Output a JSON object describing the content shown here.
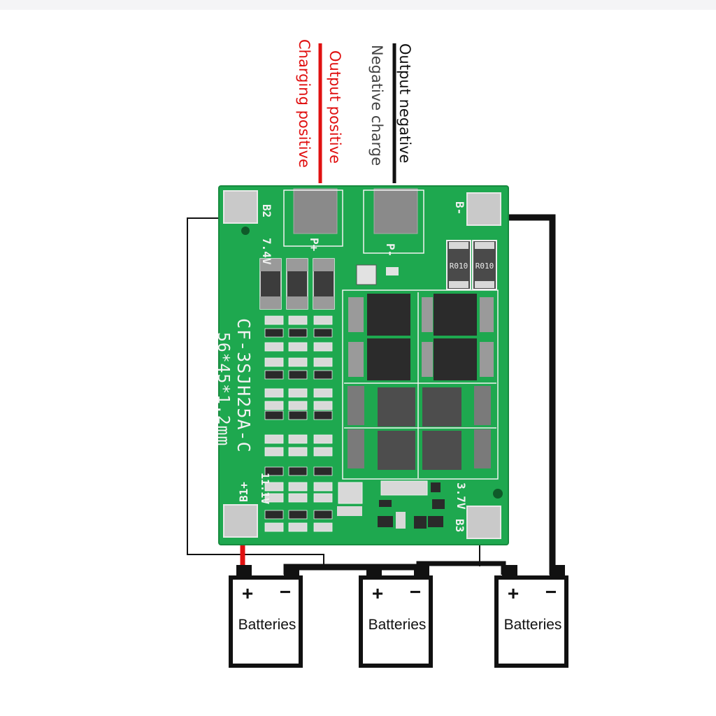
{
  "wire_labels": {
    "red_1": "Output positive",
    "red_2": "Charging positive",
    "black_1": "Output negative",
    "black_2": "Negative charge"
  },
  "board": {
    "model": "CF-3SJH25A-C",
    "size": "56*45*1.2mm",
    "pads": {
      "b2": "B2",
      "b_minus": "B-",
      "b3": "B3",
      "b1_plus": "B1+"
    },
    "pins": {
      "p_plus": "P+",
      "p_minus": "P-"
    },
    "voltages": {
      "v74": "7.4V",
      "v111": "11.1V",
      "v37": "3.7V"
    },
    "resistors": [
      "R010",
      "R010"
    ]
  },
  "batteries": [
    {
      "label": "Batteries",
      "plus": "+",
      "minus": "−"
    },
    {
      "label": "Batteries",
      "plus": "+",
      "minus": "−"
    },
    {
      "label": "Batteries",
      "plus": "+",
      "minus": "−"
    }
  ],
  "colors": {
    "pcb": "#1ea84f",
    "pcb_dark": "#178c3f",
    "pad": "#c9c9c9",
    "red_wire": "#e01010",
    "black_wire": "#111111",
    "silk": "#f2f2f2"
  }
}
